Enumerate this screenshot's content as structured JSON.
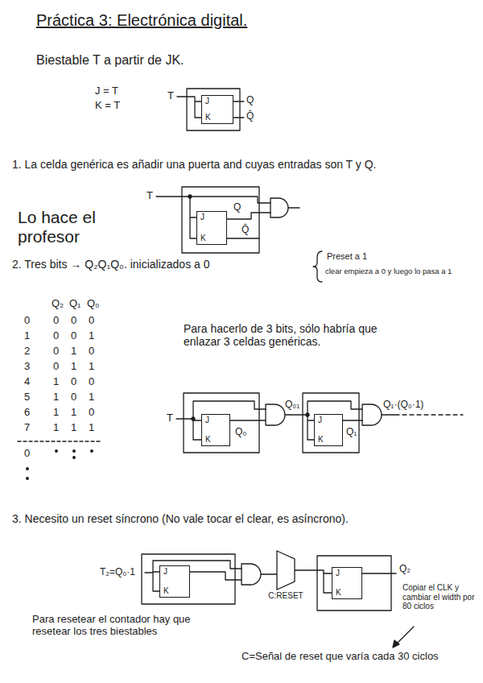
{
  "diagram": {
    "title": "Práctica 3: Electrónica digital.",
    "nodes": [
      {
        "text": [
          "J",
          "K"
        ]
      },
      {
        "text": [
          "J",
          "K"
        ]
      },
      {
        "text": [
          "J",
          "K"
        ]
      },
      {
        "text": [
          "J",
          "K"
        ]
      },
      {
        "text": [
          "J",
          "K"
        ]
      },
      {
        "text": [
          "C:RESET"
        ]
      },
      {
        "text": [
          "J",
          "K"
        ]
      }
    ],
    "edges": [
      {
        "from": 5,
        "to": 6,
        "arrow": "none"
      }
    ],
    "labels": [
      "Biestable T a partir de JK.",
      "J = T",
      "K = T",
      "T",
      "Q",
      "Q̄",
      "1. La celda genérica es añadir una puerta and cuyas entradas son T y Q.",
      "Lo hace el profesor",
      "T",
      "Q",
      "Q̄",
      "2. Tres bits → Q₂Q₁Q₀. inicializados a 0",
      "Preset a 1",
      "clear empieza a 0 y luego lo pasa a 1",
      "Q₂",
      "Q₁",
      "Q₀",
      "0",
      "1",
      "2",
      "3",
      "4",
      "5",
      "6",
      "7",
      "0",
      "0",
      "0",
      "0",
      "0",
      "1",
      "0",
      "1",
      "0",
      "0",
      "1",
      "1",
      "1",
      "0",
      "0",
      "1",
      "0",
      "1",
      "1",
      "1",
      "0",
      "1",
      "1",
      "1",
      "0",
      "Para hacerlo de 3 bits, sólo habría que enlazar 3 celdas genéricas.",
      "T",
      "Q₀₁",
      "Q₀",
      "Q₁",
      "Q₁·(Q₀·1)",
      "3. Necesito un reset síncrono (No vale tocar el clear, es asíncrono).",
      "T₂=Q₀·1",
      "Q₂",
      "Copiar el CLK y cambiar el width por 80 ciclos",
      "Para resetear el contador hay que resetear los tres biestables",
      "C=Señal de reset que varía cada 30 ciclos"
    ]
  }
}
